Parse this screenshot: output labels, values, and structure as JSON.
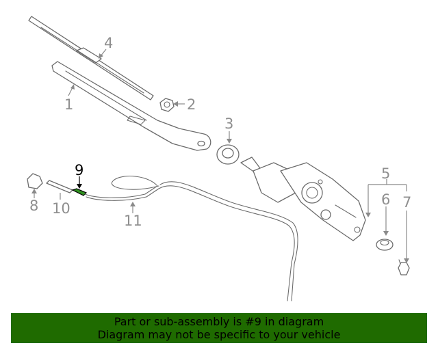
{
  "callouts": {
    "c1": "1",
    "c2": "2",
    "c3": "3",
    "c4": "4",
    "c5": "5",
    "c6": "6",
    "c7": "7",
    "c8": "8",
    "c9": "9",
    "c10": "10",
    "c11": "11"
  },
  "highlighted_part": "9",
  "banner": {
    "line1": "Part or sub-assembly is #9 in diagram",
    "line2": "Diagram may not be specific to your vehicle"
  },
  "colors": {
    "banner_bg": "#1f6b00",
    "highlight": "#2f8f1f",
    "line_art": "#6b6b6b",
    "callout_text": "#8f8f8f"
  }
}
